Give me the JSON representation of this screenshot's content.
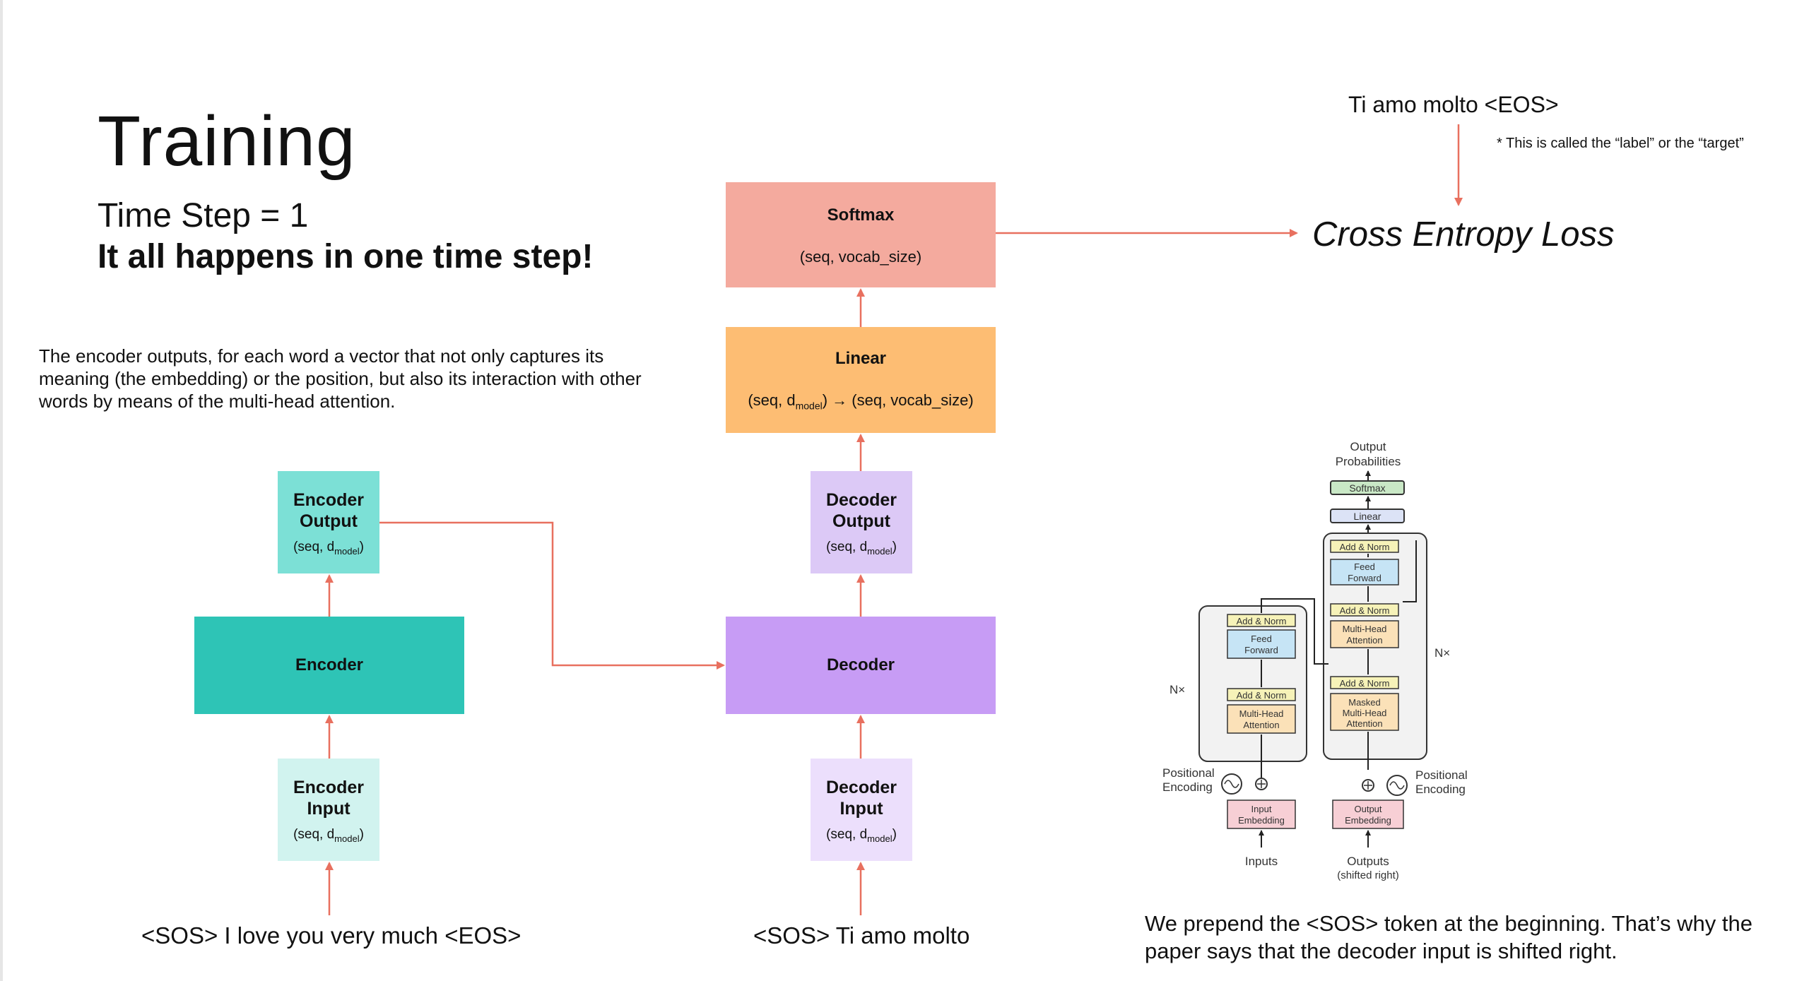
{
  "title": "Training",
  "time_step": "Time Step = 1",
  "subtitle": "It all happens in one time step!",
  "explanation": "The encoder outputs, for each word a vector that not only captures its meaning (the embedding) or the position, but also its interaction with other words by means of the multi-head attention.",
  "encoder_sequence": "<SOS> I love you very much <EOS>",
  "decoder_sequence": "<SOS> Ti amo molto",
  "target_sequence": "Ti amo molto <EOS>",
  "target_note": "* This is called the “label” or the “target”",
  "loss": "Cross Entropy Loss",
  "shift_note": "We prepend the <SOS> token at the beginning. That’s why the paper says that the decoder input is shifted right.",
  "boxes": {
    "encoder_output": {
      "name": "Encoder Output",
      "dims_prefix": "(seq, d",
      "dims_sub": "model",
      "dims_suffix": ")"
    },
    "encoder": {
      "name": "Encoder"
    },
    "encoder_input": {
      "name": "Encoder Input",
      "dims_prefix": "(seq, d",
      "dims_sub": "model",
      "dims_suffix": ")"
    },
    "softmax": {
      "name": "Softmax",
      "dims": "(seq, vocab_size)"
    },
    "linear": {
      "name": "Linear",
      "dims_prefix": "(seq, d",
      "dims_sub": "model",
      "dims_suffix": ") → (seq, vocab_size)"
    },
    "decoder_output": {
      "name": "Decoder Output",
      "dims_prefix": "(seq, d",
      "dims_sub": "model",
      "dims_suffix": ")"
    },
    "decoder": {
      "name": "Decoder"
    },
    "decoder_input": {
      "name": "Decoder Input",
      "dims_prefix": "(seq, d",
      "dims_sub": "model",
      "dims_suffix": ")"
    }
  },
  "transformer_figure": {
    "output_probabilities": "Output Probabilities",
    "softmax": "Softmax",
    "linear": "Linear",
    "add_norm": "Add & Norm",
    "feed_forward": "Feed Forward",
    "multi_head_attention": "Multi-Head Attention",
    "masked_multi_head_attention": "Masked Multi-Head Attention",
    "nx": "N×",
    "positional_encoding": "Positional Encoding",
    "input_embedding": "Input Embedding",
    "output_embedding": "Output Embedding",
    "inputs": "Inputs",
    "outputs": "Outputs",
    "shifted_right": "(shifted right)"
  },
  "colors": {
    "arrow": "#e8705f",
    "encoder": "#2ec4b6",
    "encoder_output": "#7ce0d6",
    "encoder_input": "#d1f3ef",
    "decoder": "#c79cf5",
    "decoder_output": "#dcc9f6",
    "decoder_input": "#ecdffc",
    "linear": "#fdbd73",
    "softmax": "#f4aa9e"
  }
}
